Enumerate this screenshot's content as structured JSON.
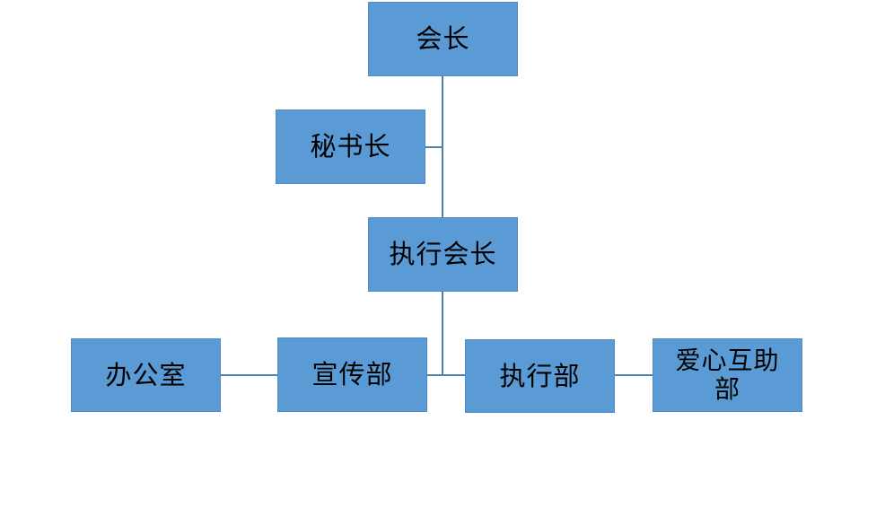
{
  "org_chart": {
    "president": "会长",
    "secretary_general": "秘书长",
    "executive_president": "执行会长",
    "departments": {
      "office": "办公室",
      "publicity": "宣传部",
      "execution": "执行部",
      "love_aid": "爱心互助部"
    }
  },
  "colors": {
    "node_fill": "#5b9bd5",
    "connector": "#4f81a6",
    "text": "#000000",
    "background": "#ffffff"
  }
}
